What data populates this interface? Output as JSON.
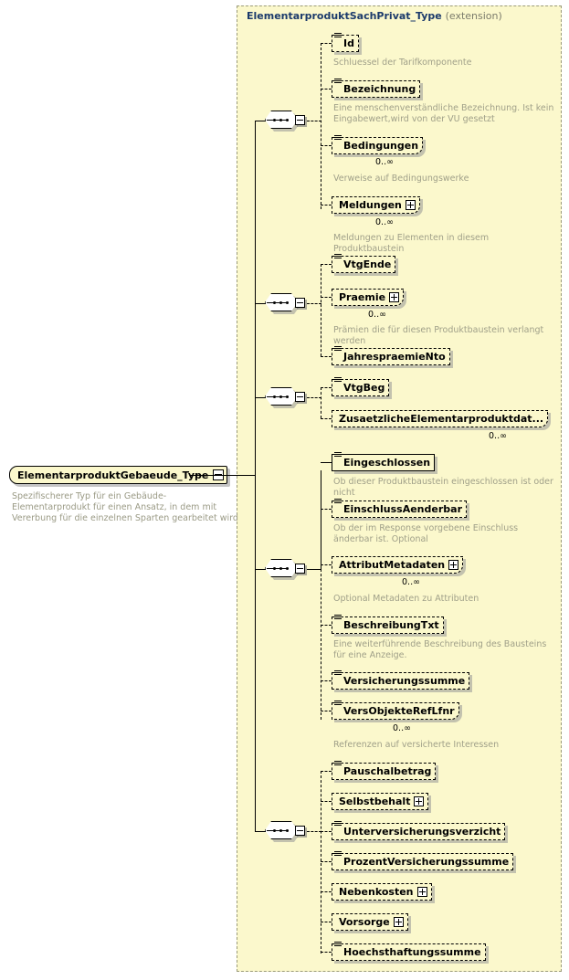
{
  "diagram": {
    "kind": "xsd-schema-diagram",
    "root_type": {
      "name": "ElementarproduktGebaeude_Type",
      "description": "Spezifischerer Typ für ein Gebäude-Elementarprodukt für einen Ansatz, in dem mit Vererbung für die einzelnen Sparten gearbeitet wird",
      "expander": "minus"
    },
    "container": {
      "title": "ElementarproduktSachPrivat_Type",
      "modifier": "(extension)"
    },
    "compositors": [
      {
        "type": "sequence",
        "expander": "minus"
      },
      {
        "type": "sequence",
        "expander": "minus"
      },
      {
        "type": "sequence",
        "expander": "minus"
      },
      {
        "type": "sequence",
        "expander": "minus"
      },
      {
        "type": "sequence",
        "expander": "minus"
      }
    ],
    "elements": [
      {
        "name": "Id",
        "optional": true,
        "simple": true,
        "expandable": false,
        "cardinality": "",
        "description": "Schluessel der Tarifkomponente"
      },
      {
        "name": "Bezeichnung",
        "optional": true,
        "simple": true,
        "expandable": false,
        "cardinality": "",
        "description": "Eine menschenverständliche Bezeichnung. Ist kein Eingabewert,wird von der VU gesetzt"
      },
      {
        "name": "Bedingungen",
        "optional": true,
        "simple": true,
        "expandable": false,
        "cardinality": "0..∞",
        "description": "Verweise auf Bedingungswerke"
      },
      {
        "name": "Meldungen",
        "optional": true,
        "simple": false,
        "expandable": true,
        "cardinality": "0..∞",
        "description": "Meldungen zu Elementen in diesem Produktbaustein"
      },
      {
        "name": "VtgEnde",
        "optional": true,
        "simple": true,
        "expandable": false,
        "cardinality": "",
        "description": ""
      },
      {
        "name": "Praemie",
        "optional": true,
        "simple": false,
        "expandable": true,
        "cardinality": "0..∞",
        "description": "Prämien die für diesen Produktbaustein verlangt werden"
      },
      {
        "name": "JahrespraemieNto",
        "optional": true,
        "simple": true,
        "expandable": false,
        "cardinality": "",
        "description": ""
      },
      {
        "name": "VtgBeg",
        "optional": true,
        "simple": true,
        "expandable": false,
        "cardinality": "",
        "description": ""
      },
      {
        "name": "ZusaetzlicheElementarproduktdat...",
        "optional": true,
        "simple": false,
        "expandable": false,
        "cardinality": "0..∞",
        "description": ""
      },
      {
        "name": "Eingeschlossen",
        "optional": false,
        "simple": true,
        "expandable": false,
        "cardinality": "",
        "description": "Ob dieser Produktbaustein eingeschlossen ist oder nicht"
      },
      {
        "name": "EinschlussAenderbar",
        "optional": true,
        "simple": true,
        "expandable": false,
        "cardinality": "",
        "description": "Ob der im Response vorgebene Einschluss änderbar ist. Optional"
      },
      {
        "name": "AttributMetadaten",
        "optional": true,
        "simple": false,
        "expandable": true,
        "cardinality": "0..∞",
        "description": "Optional Metadaten zu Attributen"
      },
      {
        "name": "BeschreibungTxt",
        "optional": true,
        "simple": true,
        "expandable": false,
        "cardinality": "",
        "description": "Eine weiterführende Beschreibung des Bausteins für eine Anzeige."
      },
      {
        "name": "Versicherungssumme",
        "optional": true,
        "simple": true,
        "expandable": false,
        "cardinality": "",
        "description": ""
      },
      {
        "name": "VersObjekteRefLfnr",
        "optional": true,
        "simple": true,
        "expandable": false,
        "cardinality": "0..∞",
        "description": "Referenzen auf versicherte Interessen"
      },
      {
        "name": "Pauschalbetrag",
        "optional": true,
        "simple": true,
        "expandable": false,
        "cardinality": "",
        "description": ""
      },
      {
        "name": "Selbstbehalt",
        "optional": true,
        "simple": false,
        "expandable": true,
        "cardinality": "",
        "description": ""
      },
      {
        "name": "Unterversicherungsverzicht",
        "optional": true,
        "simple": true,
        "expandable": false,
        "cardinality": "",
        "description": ""
      },
      {
        "name": "ProzentVersicherungssumme",
        "optional": true,
        "simple": true,
        "expandable": false,
        "cardinality": "",
        "description": ""
      },
      {
        "name": "Nebenkosten",
        "optional": true,
        "simple": false,
        "expandable": true,
        "cardinality": "",
        "description": ""
      },
      {
        "name": "Vorsorge",
        "optional": true,
        "simple": false,
        "expandable": true,
        "cardinality": "",
        "description": ""
      },
      {
        "name": "Hoechsthaftungssumme",
        "optional": true,
        "simple": true,
        "expandable": false,
        "cardinality": "",
        "description": ""
      }
    ],
    "colors": {
      "container_fill": "#fbf8cc",
      "container_border": "#9b9b78",
      "title_text": "#1b3a6b",
      "description_text": "#a0a089",
      "line": "#000000",
      "page_bg": "#ffffff"
    }
  }
}
